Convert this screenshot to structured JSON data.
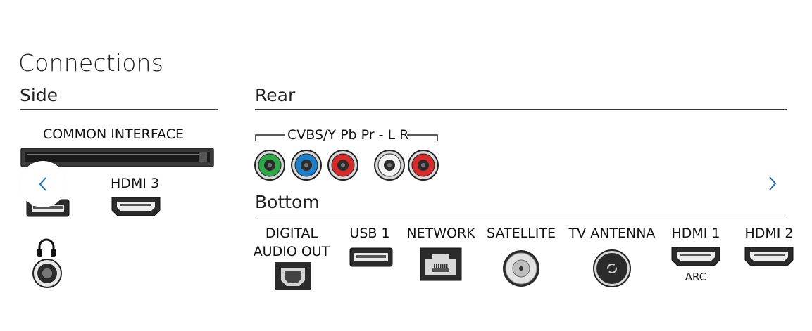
{
  "title": "Connections",
  "sections": {
    "side": "Side",
    "rear": "Rear",
    "bottom": "Bottom"
  },
  "side": {
    "common_interface": "COMMON INTERFACE",
    "hdmi3": "HDMI 3"
  },
  "rear": {
    "cvbs_label": "CVBS/Y Pb Pr - L R",
    "jack_colors": [
      "#2fa84a",
      "#1e7fc8",
      "#d62b2b",
      "#f2f2f2",
      "#d62b2b"
    ]
  },
  "bottom": {
    "ports": [
      {
        "label": "DIGITAL AUDIO OUT",
        "line1": "DIGITAL",
        "line2": "AUDIO OUT"
      },
      {
        "label": "USB 1"
      },
      {
        "label": "NETWORK"
      },
      {
        "label": "SATELLITE"
      },
      {
        "label": "TV ANTENNA"
      },
      {
        "label": "HDMI 1",
        "sub": "ARC"
      },
      {
        "label": "HDMI 2"
      }
    ]
  },
  "carousel": {
    "prev_icon": "chevron-left-icon",
    "next_icon": "chevron-right-icon"
  },
  "colors": {
    "accent": "#1e6fb8",
    "line": "#333333",
    "port_dark": "#2b2b2b"
  }
}
